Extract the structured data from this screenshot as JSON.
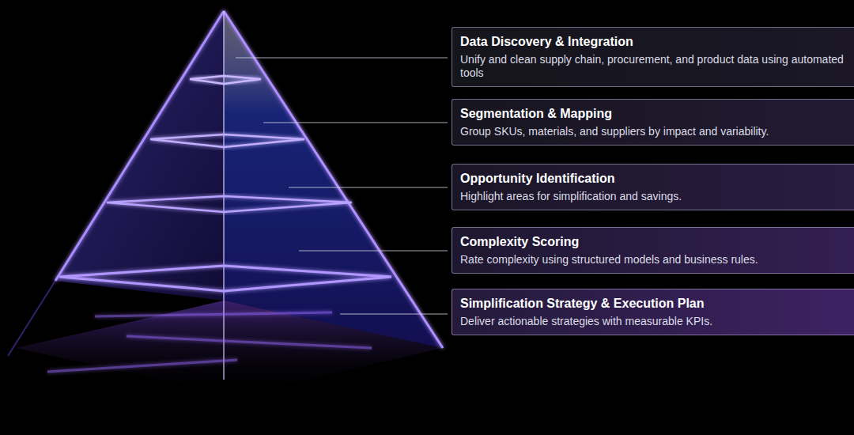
{
  "diagram": {
    "nodes": [
      {
        "text": [
          "Data Discovery & Integration",
          "Unify and clean supply chain, procurement, and product data using automated tools"
        ]
      },
      {
        "text": [
          "Segmentation & Mapping",
          "Group SKUs, materials, and suppliers by impact and variability."
        ]
      },
      {
        "text": [
          "Opportunity Identification",
          "Highlight areas for simplification and savings."
        ]
      },
      {
        "text": [
          "Complexity Scoring",
          "Rate complexity using structured models and business rules."
        ]
      },
      {
        "text": [
          "Simplification Strategy & Execution Plan",
          "Deliver actionable strategies with measurable KPIs."
        ]
      }
    ]
  }
}
